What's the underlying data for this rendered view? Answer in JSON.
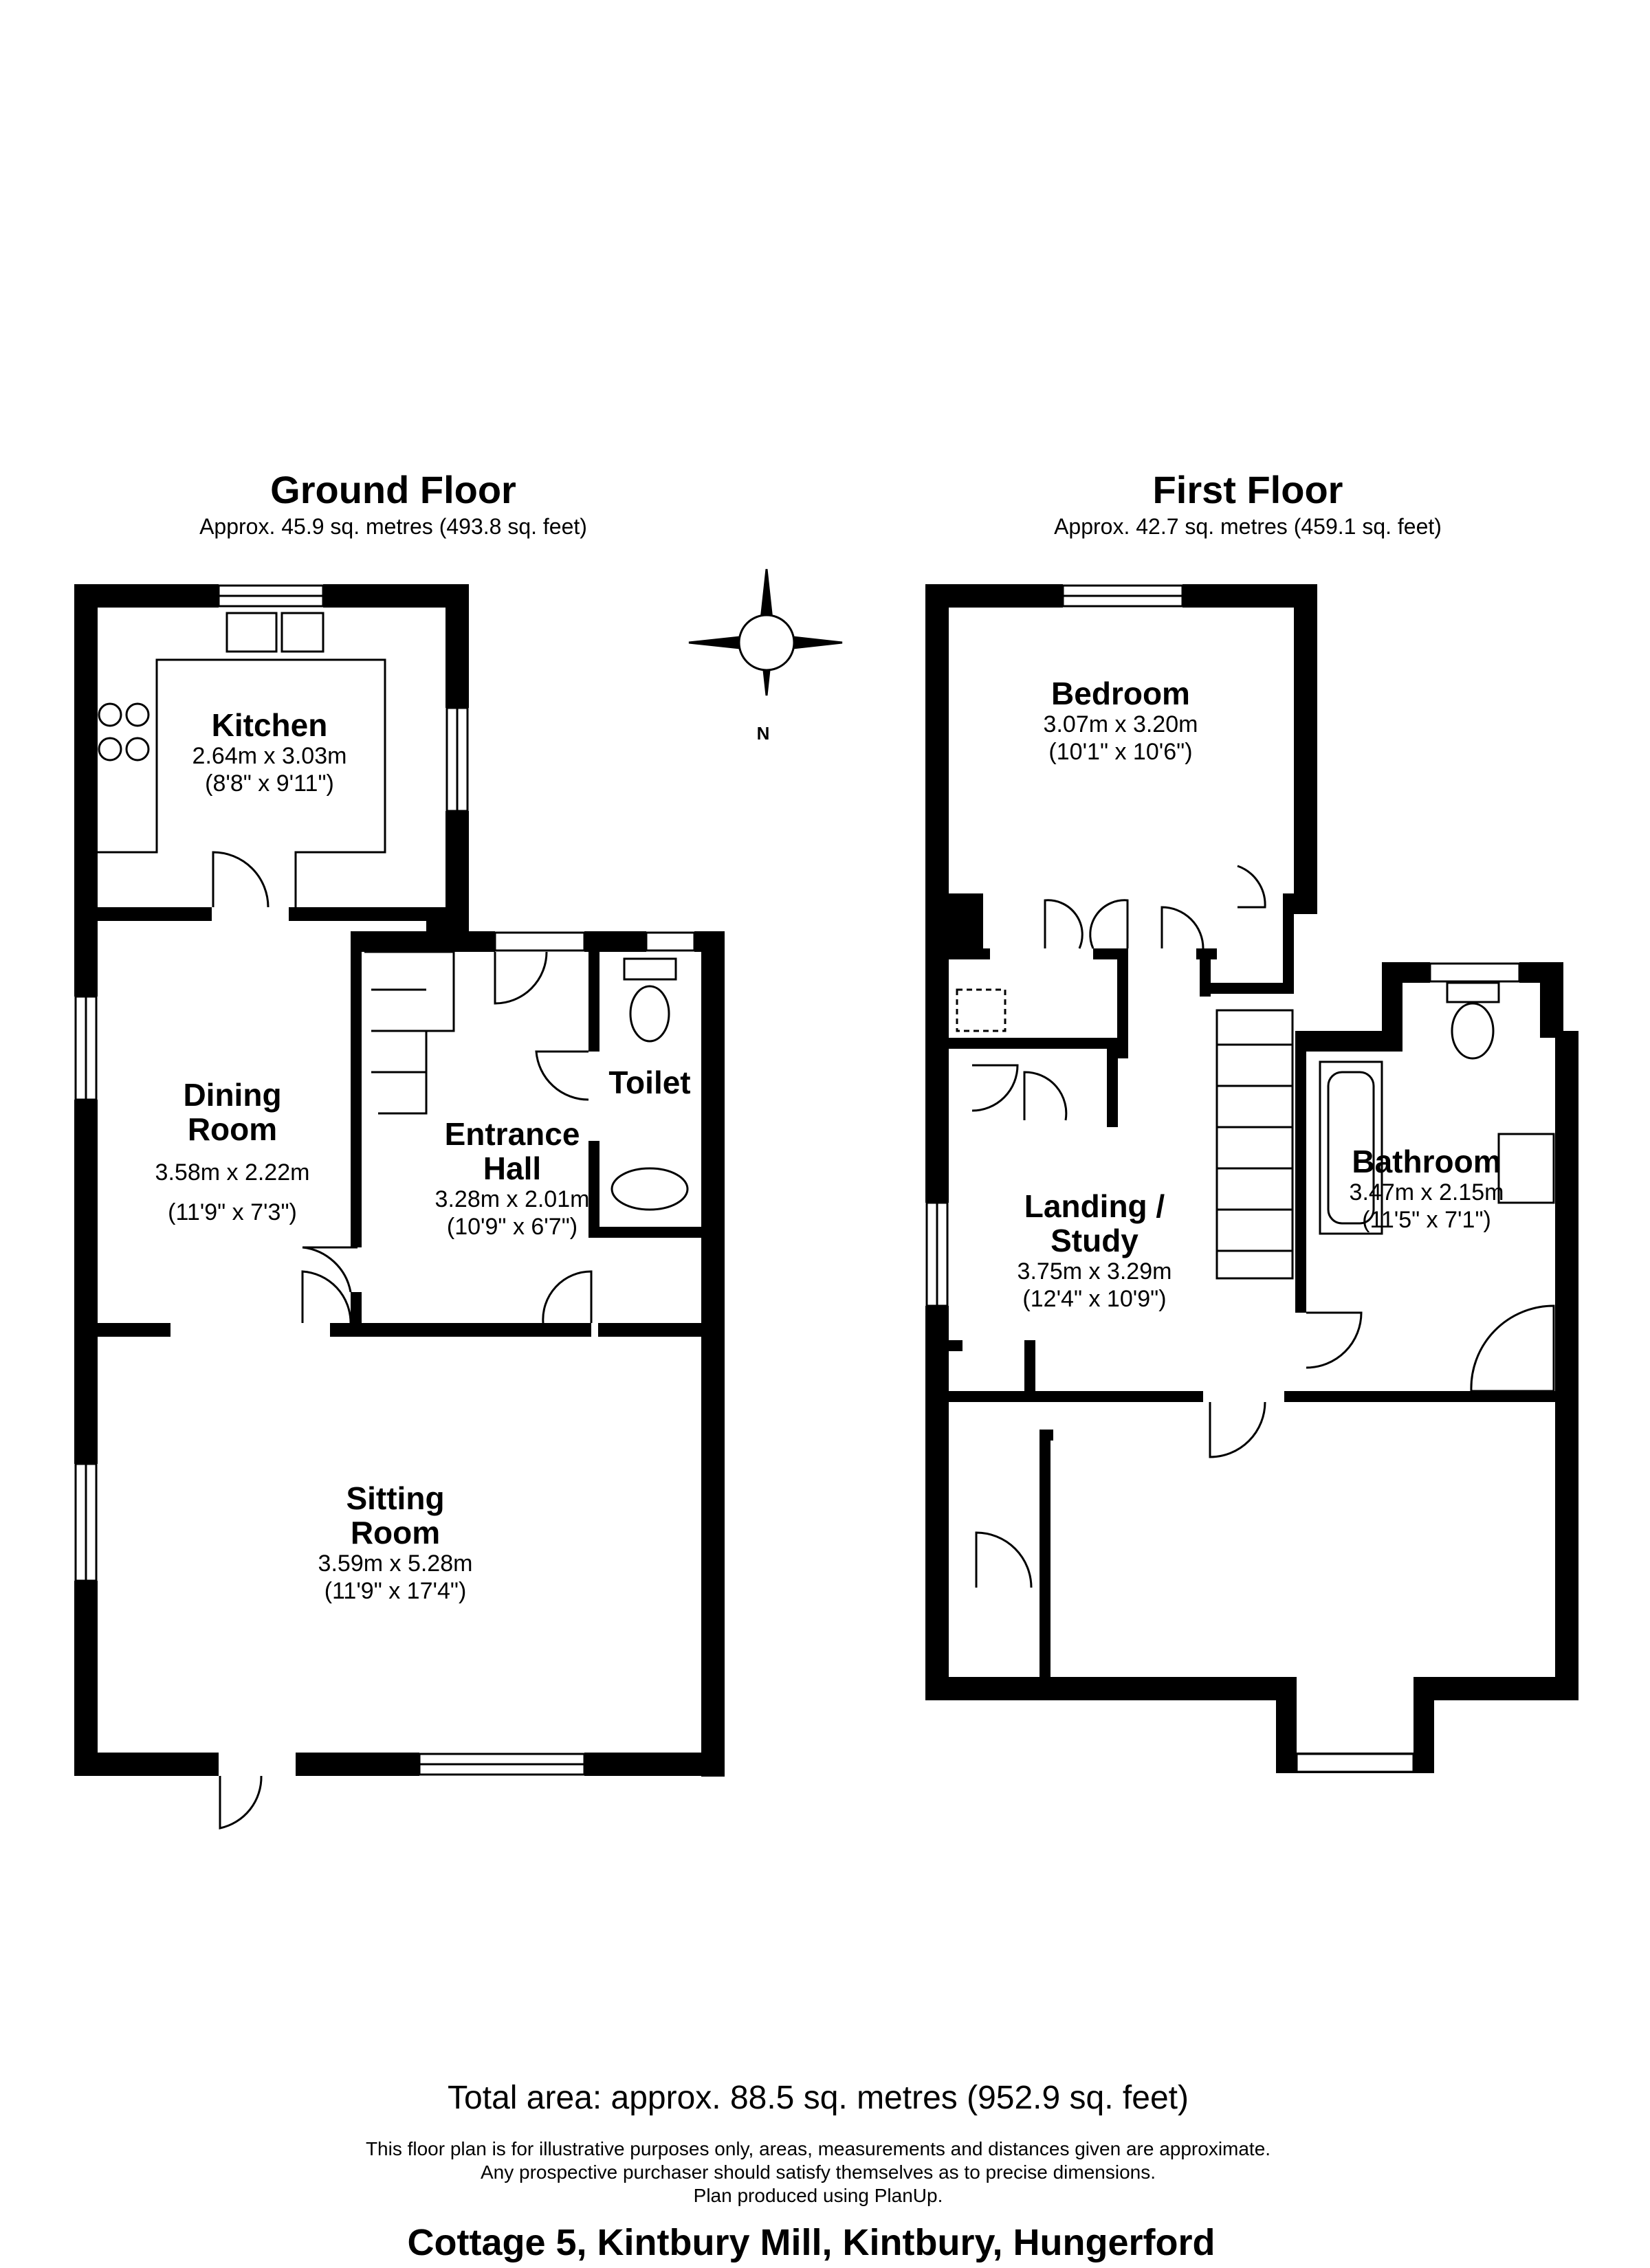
{
  "ground_floor": {
    "title": "Ground Floor",
    "area": "Approx. 45.9 sq. metres (493.8 sq. feet)",
    "rooms": [
      {
        "name": "Kitchen",
        "metric": "2.64m x 3.03m",
        "imperial": "(8'8\" x 9'11\")"
      },
      {
        "name": "Dining\nRoom",
        "metric": "3.58m x 2.22m",
        "imperial": "(11'9\" x 7'3\")"
      },
      {
        "name": "Entrance\nHall",
        "metric": "3.28m x 2.01m",
        "imperial": "(10'9\" x 6'7\")"
      },
      {
        "name": "Toilet",
        "metric": "",
        "imperial": ""
      },
      {
        "name": "Sitting\nRoom",
        "metric": "3.59m x 5.28m",
        "imperial": "(11'9\" x 17'4\")"
      }
    ]
  },
  "first_floor": {
    "title": "First Floor",
    "area": "Approx. 42.7 sq. metres (459.1 sq. feet)",
    "rooms": [
      {
        "name": "Bedroom",
        "metric": "3.07m x 3.20m",
        "imperial": "(10'1\" x 10'6\")"
      },
      {
        "name": "Landing /\nStudy",
        "metric": "3.75m x 3.29m",
        "imperial": "(12'4\" x 10'9\")"
      },
      {
        "name": "Bathroom",
        "metric": "3.47m x 2.15m",
        "imperial": "(11'5\" x 7'1\")"
      }
    ]
  },
  "compass": {
    "label": "N"
  },
  "total_area": "Total area: approx. 88.5 sq. metres (952.9 sq. feet)",
  "disclaimer": [
    "This floor plan is for illustrative purposes only, areas, measurements and distances given are approximate.",
    "Any prospective purchaser should satisfy themselves as to precise dimensions.",
    "Plan produced using PlanUp."
  ],
  "address": "Cottage 5, Kintbury Mill, Kintbury, Hungerford",
  "colors": {
    "wall": "#000000",
    "background": "#ffffff",
    "fixture_line": "#000000"
  }
}
